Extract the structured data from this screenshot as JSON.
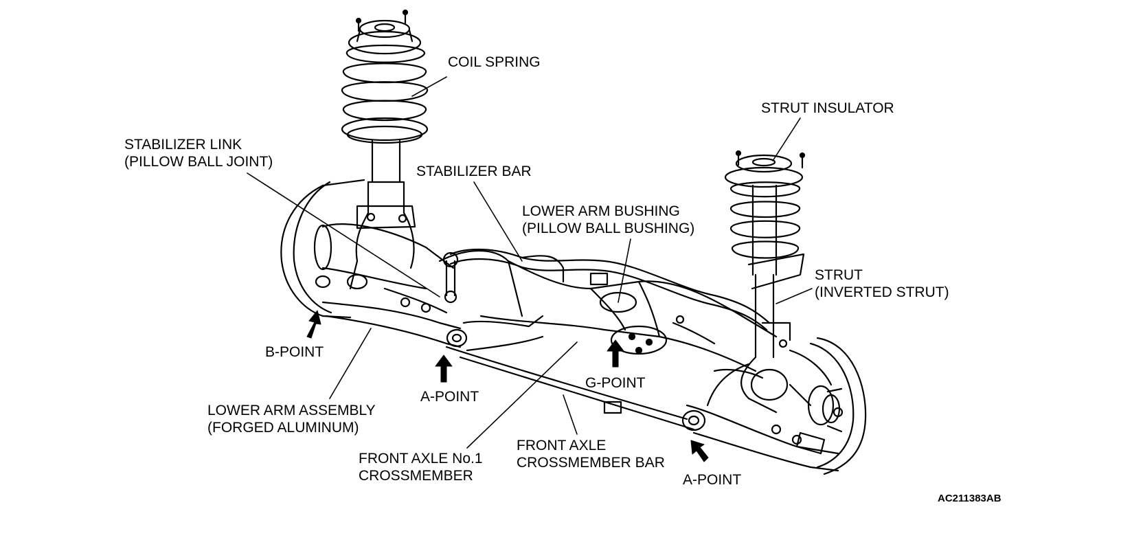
{
  "labels": {
    "coil_spring": "COIL SPRING",
    "strut_insulator": "STRUT INSULATOR",
    "stabilizer_link_1": "STABILIZER LINK",
    "stabilizer_link_2": "(PILLOW BALL JOINT)",
    "stabilizer_bar": "STABILIZER BAR",
    "lower_arm_bushing_1": "LOWER ARM BUSHING",
    "lower_arm_bushing_2": "(PILLOW BALL BUSHING)",
    "strut_1": "STRUT",
    "strut_2": "(INVERTED STRUT)",
    "b_point": "B-POINT",
    "a_point_left": "A-POINT",
    "g_point": "G-POINT",
    "a_point_right": "A-POINT",
    "lower_arm_assembly_1": "LOWER ARM ASSEMBLY",
    "lower_arm_assembly_2": "(FORGED ALUMINUM)",
    "front_axle_no1_1": "FRONT AXLE No.1",
    "front_axle_no1_2": "CROSSMEMBER",
    "front_axle_bar_1": "FRONT AXLE",
    "front_axle_bar_2": "CROSSMEMBER BAR"
  },
  "figure_code": "AC211383AB"
}
